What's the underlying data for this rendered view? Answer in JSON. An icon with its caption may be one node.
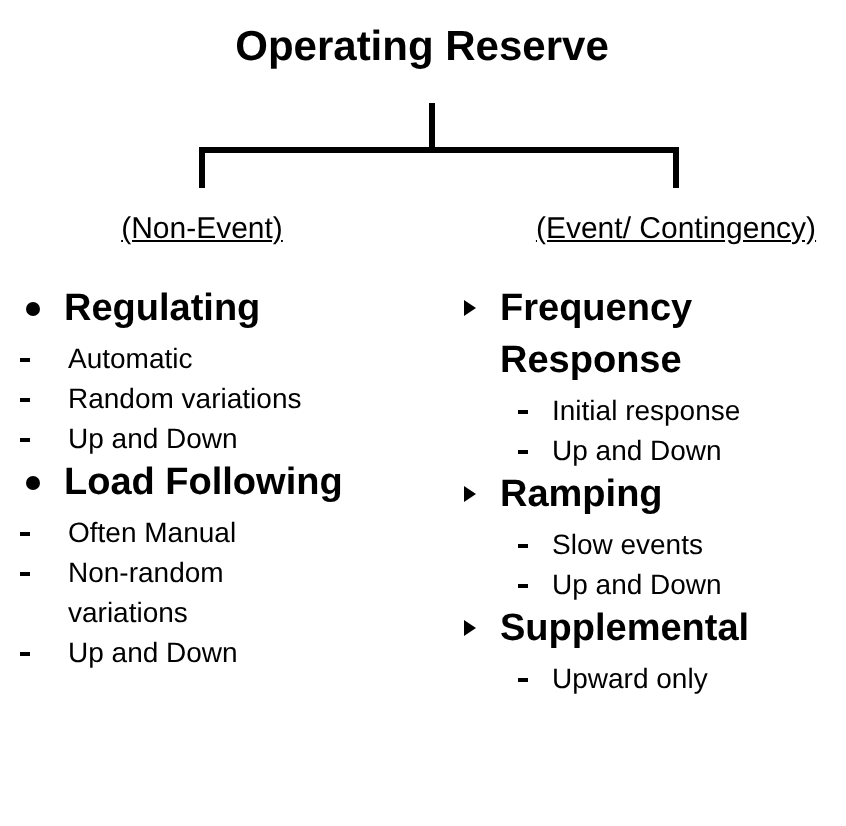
{
  "diagram": {
    "nodes": [
      {
        "text": [
          "Operating Reserve"
        ]
      },
      {
        "text": [
          "(Non-Event)"
        ]
      },
      {
        "text": [
          "(Event/ Contingency)"
        ]
      }
    ],
    "edges": [
      {
        "from": 0,
        "to": 1,
        "arrow": "none"
      },
      {
        "from": 0,
        "to": 2,
        "arrow": "none"
      }
    ],
    "labels": [
      "Regulating",
      "Automatic",
      "Random variations",
      "Up and Down",
      "Load Following",
      "Often Manual",
      "Non-random variations",
      "Up and Down",
      "Frequency Response",
      "Initial response",
      "Up and Down",
      "Ramping",
      "Slow events",
      "Up and Down",
      "Supplemental",
      "Upward only"
    ]
  }
}
